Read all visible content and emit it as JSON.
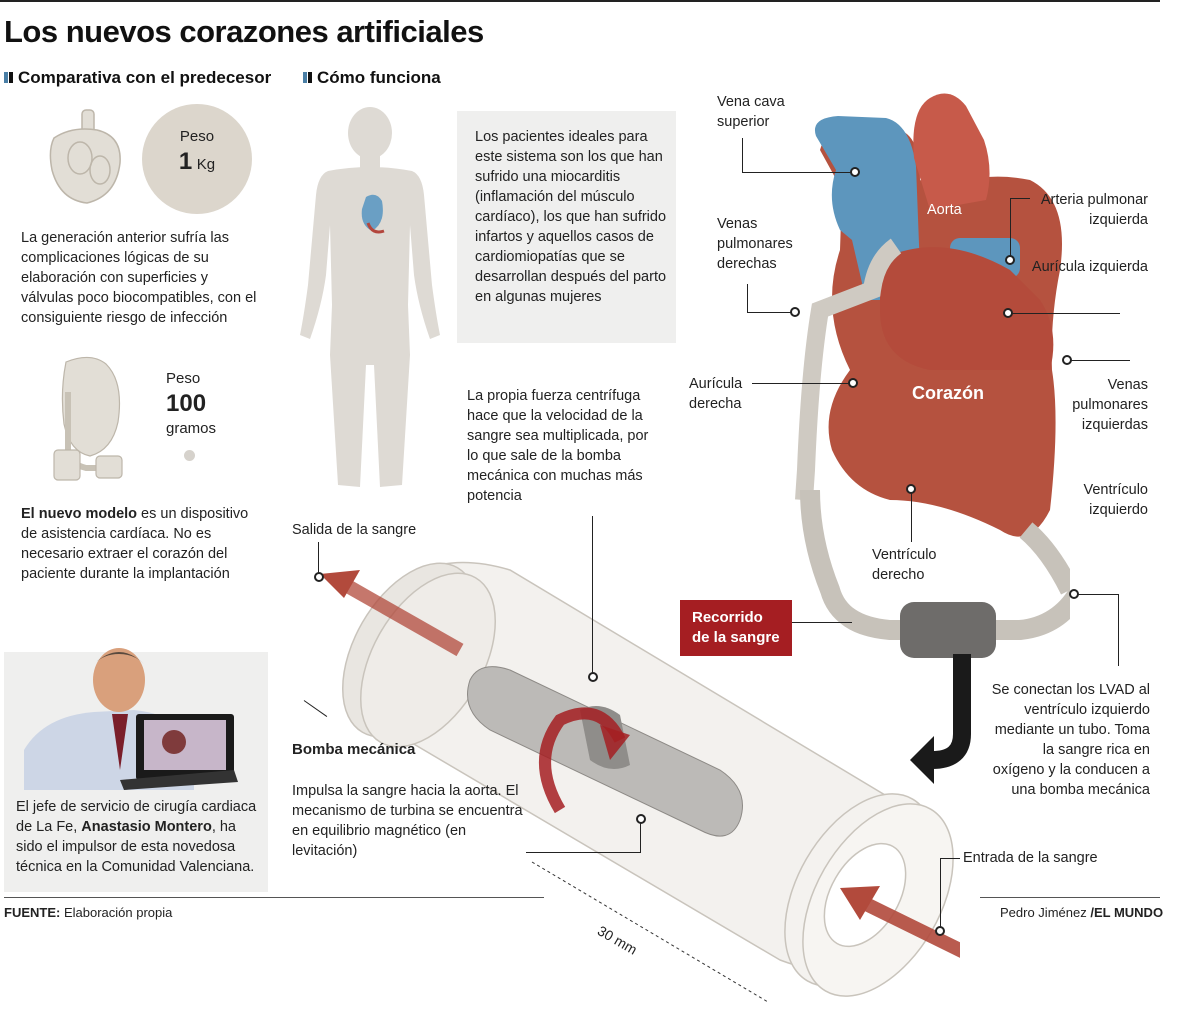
{
  "title": "Los nuevos corazones artificiales",
  "section_compare": {
    "heading": "Comparativa con el predecesor",
    "old_weight_label": "Peso",
    "old_weight_value": "1",
    "old_weight_unit": "Kg",
    "old_text": "La generación anterior sufría las complicaciones lógicas de su elaboración con superficies y válvulas poco biocompatibles, con el consiguiente riesgo de infección",
    "new_weight_label": "Peso",
    "new_weight_value": "100",
    "new_weight_unit": "gramos",
    "new_text_bold": "El nuevo modelo",
    "new_text_rest": " es un dispositivo de asistencia cardíaca. No es necesario extraer el corazón del paciente durante la implantación"
  },
  "section_how": {
    "heading": "Cómo funciona",
    "patients_text": "Los pacientes ideales para este sistema son los que han sufrido una miocarditis (inflamación del músculo cardíaco), los que han sufrido infartos y aquellos casos de cardiomiopatías que se desarrollan después del parto en algunas mujeres",
    "centrifugal_text": "La propia fuerza centrífuga hace que la velocidad de la sangre sea multiplicada, por lo que sale de la bomba mecánica con muchas más potencia"
  },
  "heart_labels": {
    "vena_cava": "Vena cava superior",
    "aorta": "Aorta",
    "arteria_pulmonar": "Arteria pulmonar izquierda",
    "venas_pulm_der": "Venas pulmonares derechas",
    "auricula_izq": "Aurícula izquierda",
    "corazon": "Corazón",
    "auricula_der": "Aurícula derecha",
    "venas_pulm_izq": "Venas pulmonares izquierdas",
    "ventriculo_izq": "Ventrículo izquierdo",
    "ventriculo_der": "Ventrículo derecho",
    "recorrido": "Recorrido de la sangre",
    "lvad_text": "Se conectan los LVAD al ventrículo izquierdo mediante un tubo. Toma la sangre rica en oxígeno y la conducen a una bomba mecánica"
  },
  "pump_labels": {
    "salida": "Salida de la sangre",
    "entrada": "Entrada de la sangre",
    "bomba_title": "Bomba mecánica",
    "bomba_text": "Impulsa la sangre hacia la aorta. El mecanismo de turbina se encuentra en equilibrio magnético (en levitación)",
    "dimension": "30 mm"
  },
  "doctor": {
    "caption_pre": "El jefe de servicio de cirugía cardiaca de La Fe, ",
    "caption_name": "Anastasio Montero",
    "caption_post": ", ha sido el impulsor de esta novedosa técnica en la Comunidad Valenciana."
  },
  "footer": {
    "source_label": "FUENTE:",
    "source_value": "Elaboración propia",
    "author": "Pedro Jiménez",
    "outlet": "/EL MUNDO"
  },
  "colors": {
    "heart_red": "#b5523f",
    "vessel_blue": "#5d96bd",
    "accent_red": "#a51e22",
    "silhouette": "#dedad4"
  }
}
